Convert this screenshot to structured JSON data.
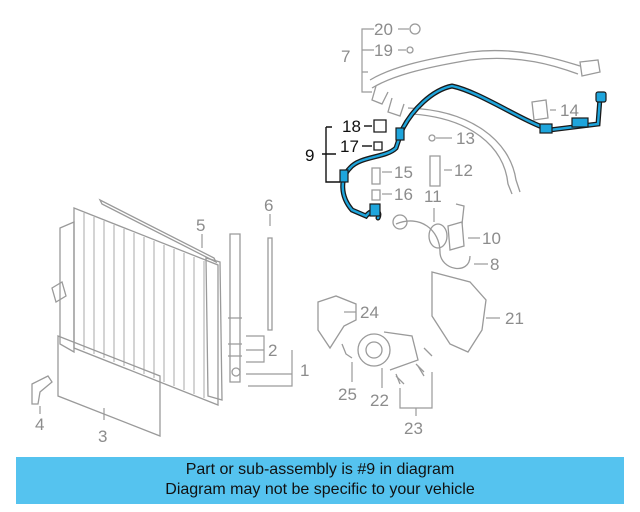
{
  "callouts": {
    "c1": "1",
    "c2": "2",
    "c3": "3",
    "c4": "4",
    "c5": "5",
    "c6": "6",
    "c7": "7",
    "c8": "8",
    "c9": "9",
    "c10": "10",
    "c11": "11",
    "c12": "12",
    "c13": "13",
    "c14": "14",
    "c15": "15",
    "c16": "16",
    "c17": "17",
    "c18": "18",
    "c19": "19",
    "c20": "20",
    "c21": "21",
    "c22": "22",
    "c23": "23",
    "c24": "24",
    "c25": "25"
  },
  "highlight": {
    "part_number": "9",
    "color": "#1ea5dc"
  },
  "banner": {
    "line1": "Part or sub-assembly is #9 in diagram",
    "line2": "Diagram may not be specific to your vehicle",
    "color": "#55c3ef"
  }
}
